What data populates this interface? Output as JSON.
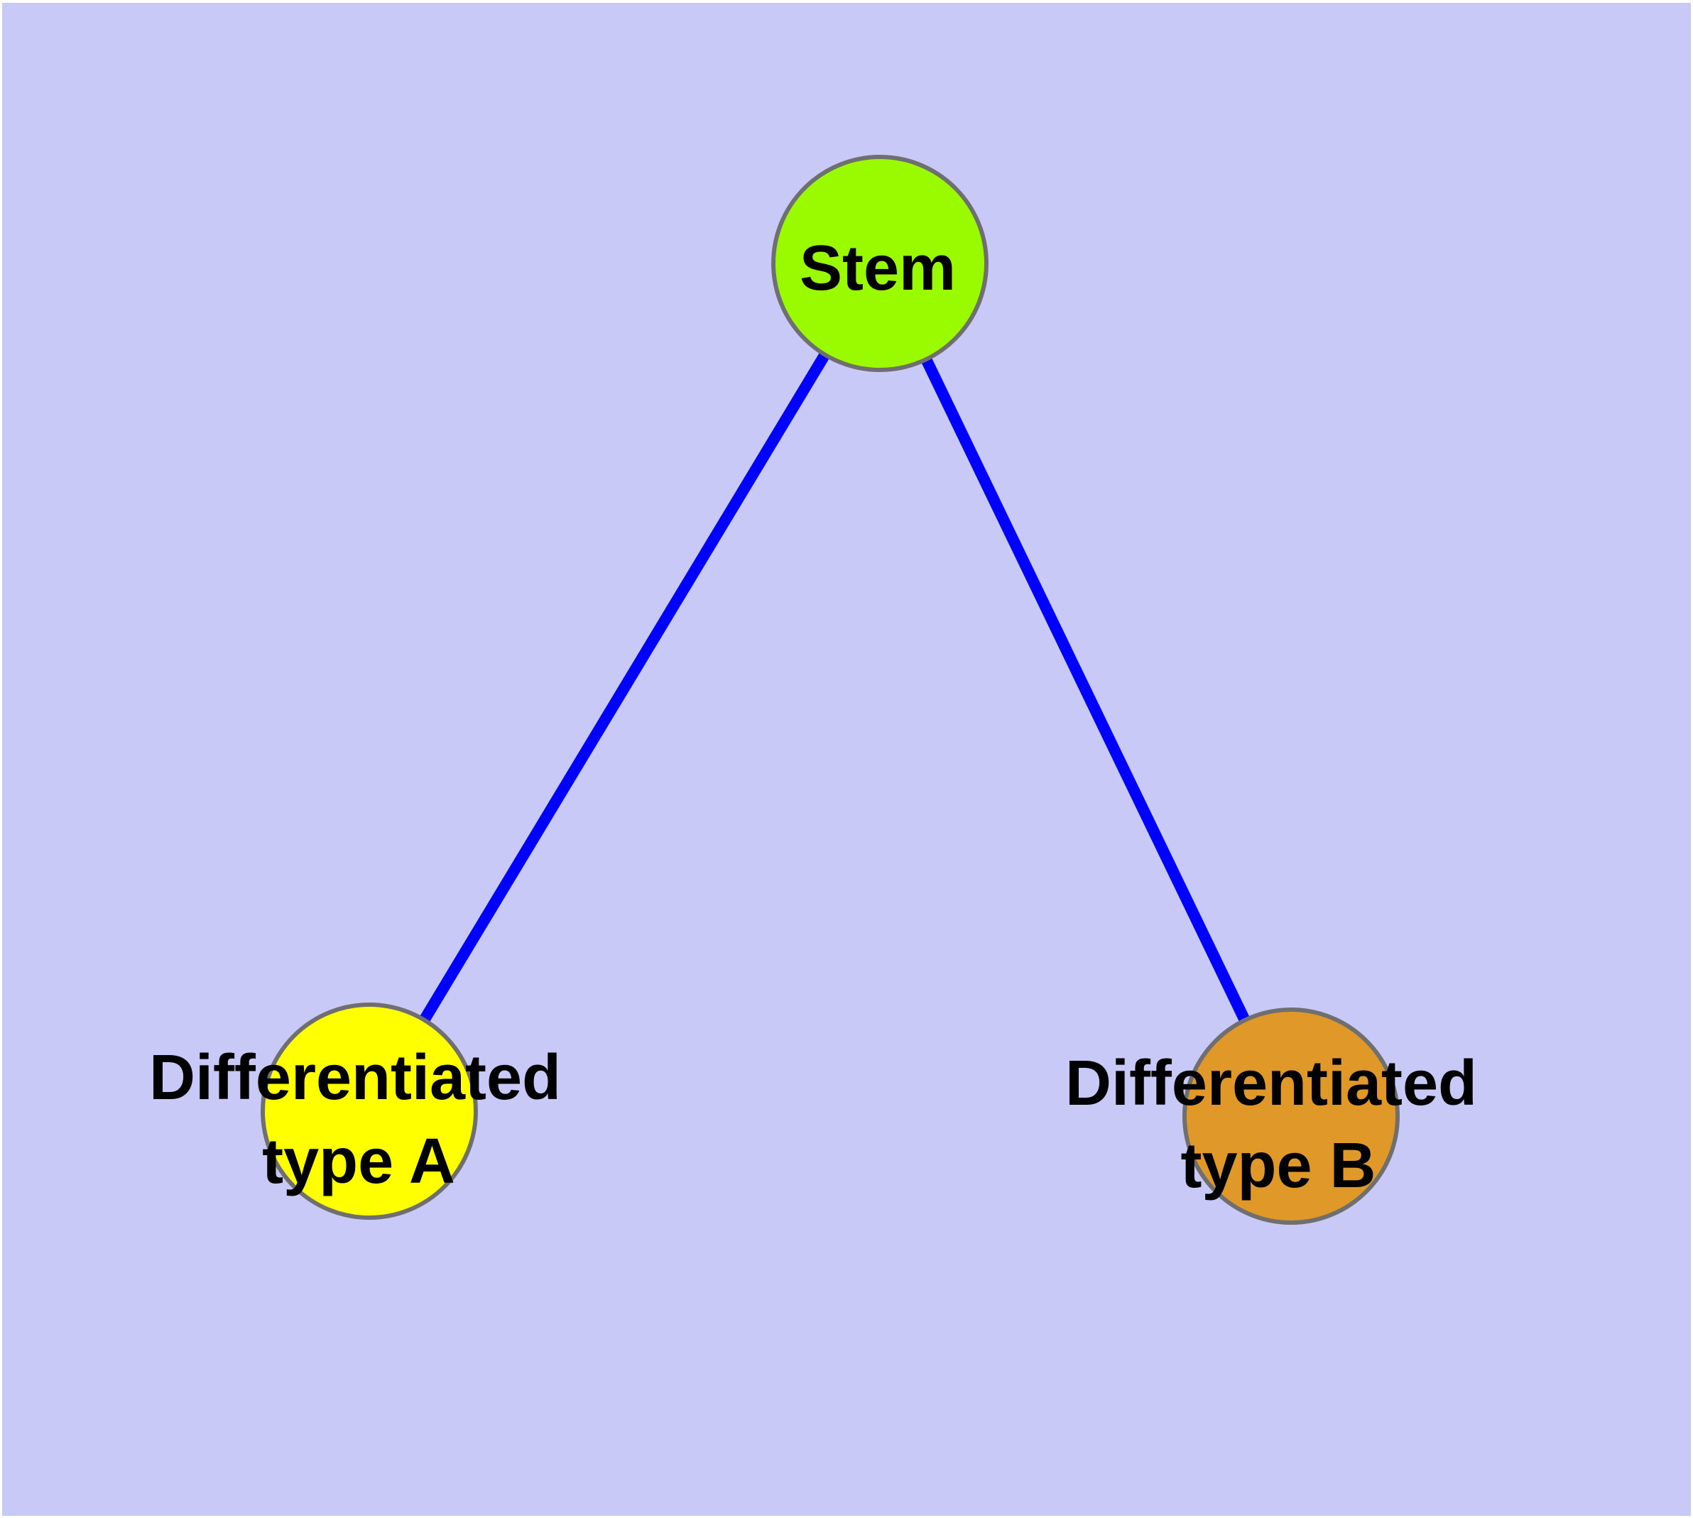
{
  "diagram": {
    "background_color": "#C9C9F7",
    "edge_color": "#0000FF",
    "node_border_color": "#6F6F6F",
    "label_color": "#000000",
    "nodes": [
      {
        "id": "stem",
        "label": "Stem",
        "color": "#9AFB00"
      },
      {
        "id": "differentiated-type-a",
        "label": "Differentiated type A",
        "label_lines": [
          "Differentiated",
          "type A"
        ],
        "color": "#FFFF00"
      },
      {
        "id": "differentiated-type-b",
        "label": "Differentiated type B",
        "label_lines": [
          "Differentiated",
          "type B"
        ],
        "color": "#E09828"
      }
    ],
    "edges": [
      {
        "from": "Stem",
        "to": "Differentiated type A"
      },
      {
        "from": "Stem",
        "to": "Differentiated type B"
      }
    ]
  }
}
